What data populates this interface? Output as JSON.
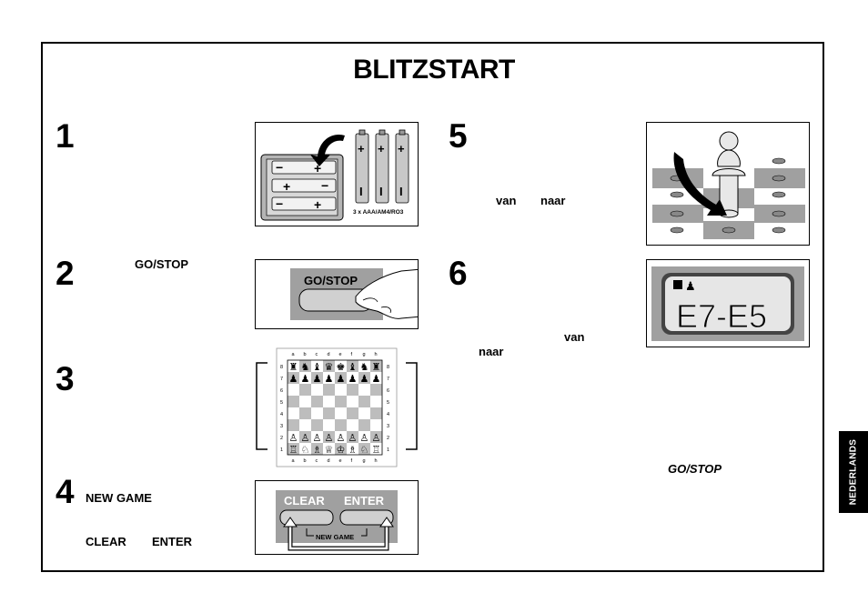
{
  "title": "BLITZSTART",
  "steps": [
    {
      "number": "1"
    },
    {
      "number": "2",
      "keyword": "GO/STOP"
    },
    {
      "number": "3"
    },
    {
      "number": "4",
      "keyword_1": "NEW GAME",
      "keyword_2": "CLEAR",
      "keyword_3": "ENTER"
    },
    {
      "number": "5",
      "word_van": "van",
      "word_naar": "naar"
    },
    {
      "number": "6",
      "word_van": "van",
      "word_naar": "naar",
      "keyword": "GO/STOP"
    }
  ],
  "illustrations": {
    "batteries": {
      "caption": "3 x AAA/AM4/RO3"
    },
    "go_stop_button": {
      "label": "GO/STOP"
    },
    "chessboard": {
      "files": [
        "a",
        "b",
        "c",
        "d",
        "e",
        "f",
        "g",
        "h"
      ],
      "ranks": [
        "8",
        "7",
        "6",
        "5",
        "4",
        "3",
        "2",
        "1"
      ]
    },
    "new_game_keys": {
      "clear": "CLEAR",
      "enter": "ENTER",
      "caption": "NEW GAME"
    },
    "lcd": {
      "text": "E7-E5"
    }
  },
  "side_tab": "NEDERLANDS",
  "colors": {
    "grey": "#a0a0a0",
    "dark": "#000000",
    "light": "#ffffff"
  }
}
